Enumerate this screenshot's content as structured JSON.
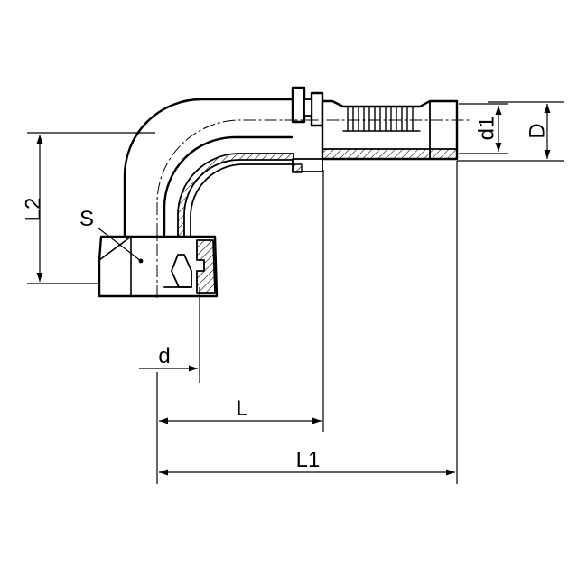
{
  "labels": {
    "d1": "d1",
    "D": "D",
    "L2": "L2",
    "S": "S",
    "d": "d",
    "L": "L",
    "L1": "L1"
  },
  "colors": {
    "line": "#000000",
    "fill": "#ffffff"
  }
}
